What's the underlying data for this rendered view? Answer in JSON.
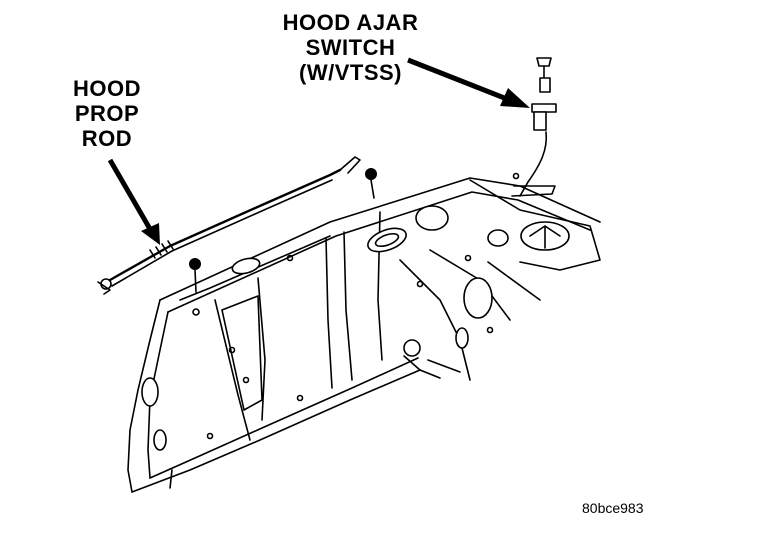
{
  "labels": {
    "hood_ajar_switch": [
      "HOOD AJAR",
      "SWITCH",
      "(W/VTSS)"
    ],
    "hood_prop_rod": [
      "HOOD",
      "PROP",
      "ROD"
    ]
  },
  "figure_id": "80bce983"
}
